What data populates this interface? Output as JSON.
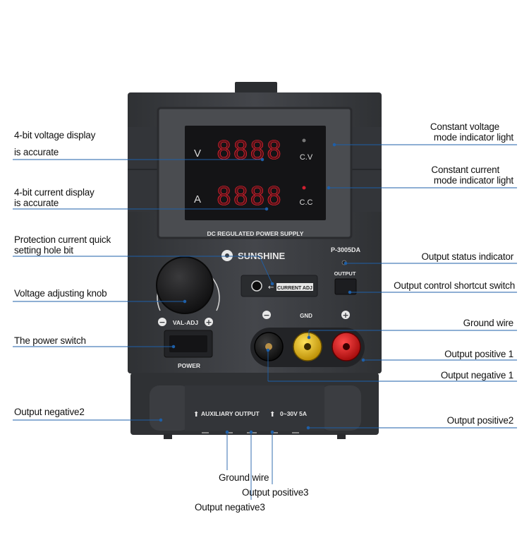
{
  "device": {
    "model": "P-3005DA",
    "brand": "SUNSHINE",
    "display_caption": "DC REGULATED POWER SUPPLY",
    "volt_label": "V",
    "amp_label": "A",
    "cv_label": "C.V",
    "cc_label": "C.C",
    "volt_readout": "8888",
    "amp_readout": "8888",
    "current_adj_label": "CURRENT ADJ",
    "output_button_label": "OUTPUT",
    "gnd_label": "GND",
    "minus_symbol": "−",
    "plus_symbol": "+",
    "knob_label": "VAL-ADJ",
    "power_label": "POWER",
    "aux_label": "AUXILIARY OUTPUT",
    "aux_range": "0~30V 5A",
    "colors": {
      "body": "#3a3c40",
      "display_bg": "#141416",
      "segment": "#ff2a3a",
      "terminal_red": "#d01018",
      "terminal_yellow": "#e8b800",
      "terminal_black": "#141414",
      "leader_line": "#1e5fa8"
    }
  },
  "callouts": {
    "voltage_display_1": "4-bit voltage display",
    "voltage_display_2": "is accurate",
    "current_display_1": "4-bit current display",
    "current_display_2": "is accurate",
    "protection_1": "Protection current quick",
    "protection_2": "setting hole bit",
    "voltage_knob": "Voltage adjusting knob",
    "power_switch": "The power switch",
    "output_negative2": "Output negative2",
    "cv_light_1": "Constant voltage",
    "cv_light_2": "mode indicator light",
    "cc_light_1": "Constant current",
    "cc_light_2": "mode indicator light",
    "output_status": "Output status indicator",
    "output_switch": "Output control shortcut switch",
    "ground_wire": "Ground wire",
    "output_positive1": "Output positive 1",
    "output_negative1": "Output negative 1",
    "output_positive2": "Output positive2",
    "ground_wire_bottom": "Ground wire",
    "output_positive3": "Output positive3",
    "output_negative3": "Output negative3"
  }
}
